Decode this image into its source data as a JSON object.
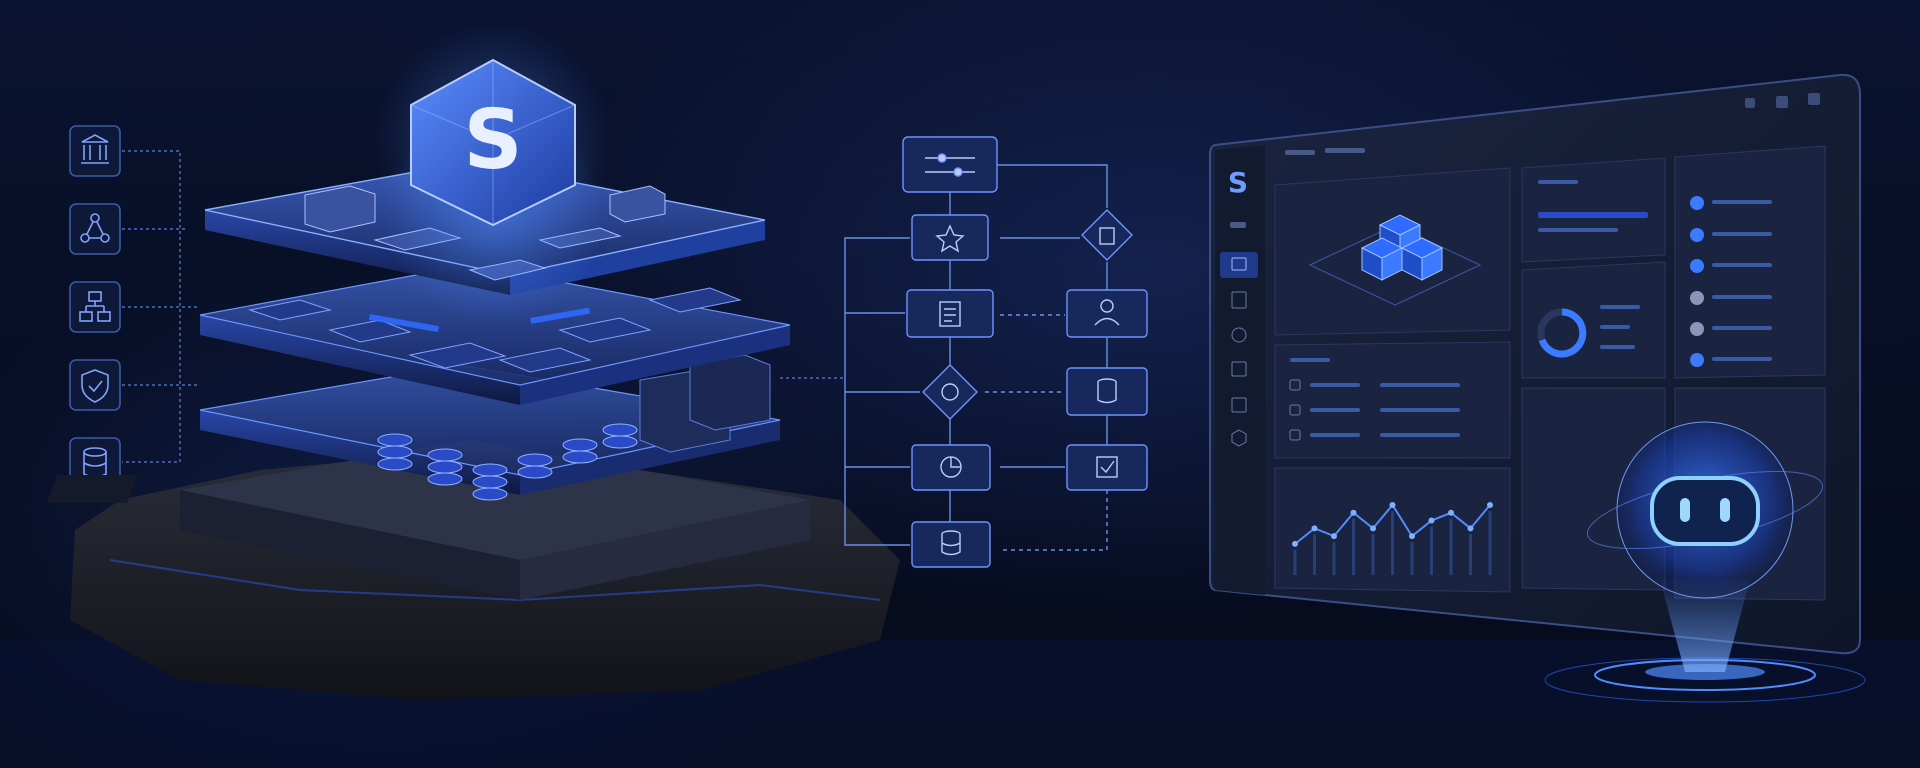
{
  "brand": {
    "letter": "S",
    "glow_color": "#3d7bff",
    "accent": "#4f8cff"
  },
  "colors": {
    "bg": "#070d22",
    "panel": "#16213f",
    "line": "#5a7fd6",
    "node": "#1b2d63"
  },
  "left_icons": [
    {
      "name": "bank-icon"
    },
    {
      "name": "network-nodes-icon"
    },
    {
      "name": "hierarchy-icon"
    },
    {
      "name": "shield-check-icon"
    },
    {
      "name": "database-icon"
    }
  ],
  "flow_icons": [
    "sliders-icon",
    "star-gear-icon",
    "diamond-doc-icon",
    "checklist-icon",
    "user-icon",
    "diamond-gear-icon",
    "database-icon",
    "pie-chart-icon",
    "checkbox-icon",
    "database-icon"
  ],
  "dashboard": {
    "sidebar_icons": [
      "brand-icon",
      "minus-icon",
      "folder-icon",
      "document-icon",
      "gear-icon",
      "chart-icon",
      "grid-icon",
      "cube-icon"
    ],
    "line_chart": {
      "values": [
        4,
        6,
        5,
        8,
        6,
        9,
        5,
        7,
        8,
        6,
        9
      ]
    }
  },
  "assistant": {
    "icon": "robot-assistant-icon"
  }
}
